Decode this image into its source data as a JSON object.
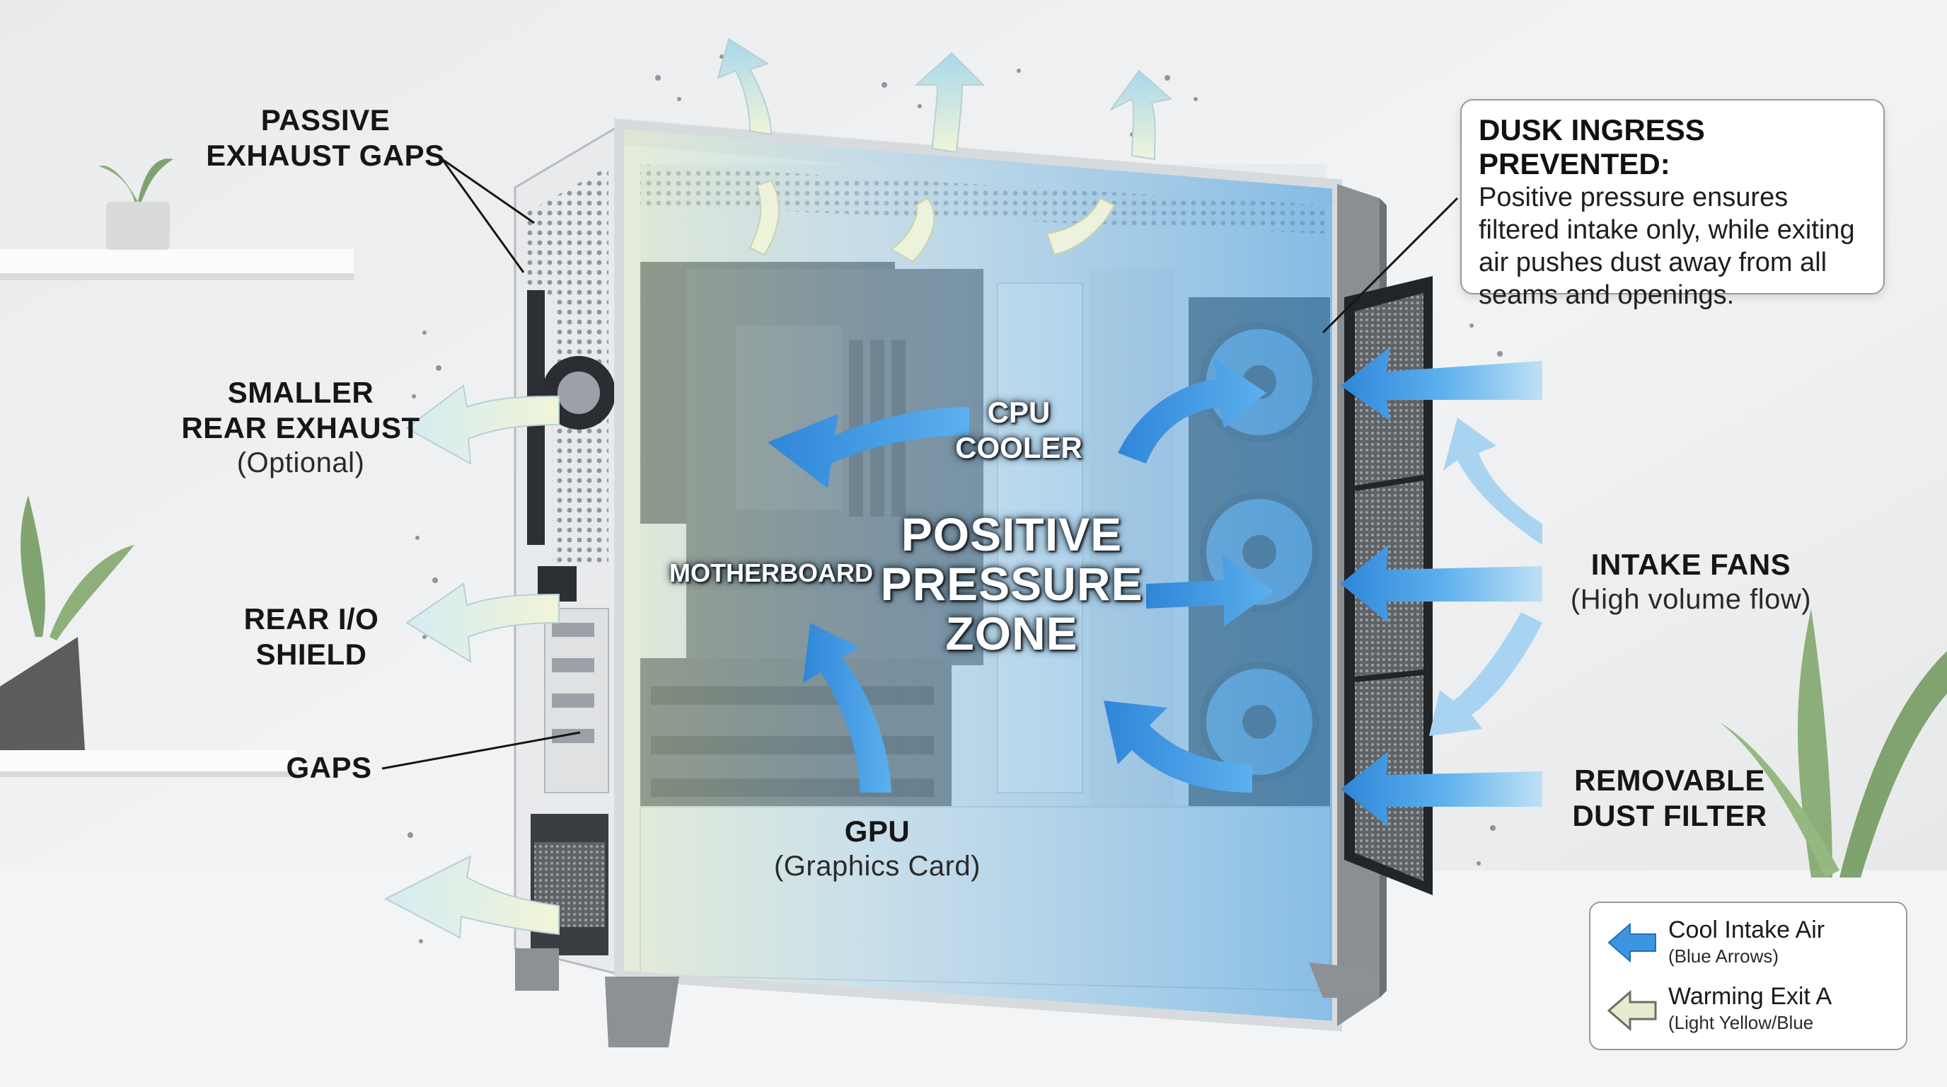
{
  "labels": {
    "passive_exhaust": [
      "PASSIVE",
      "EXHAUST GAPS"
    ],
    "rear_exhaust": [
      "SMALLER",
      "REAR EXHAUST"
    ],
    "rear_exhaust_sub": "(Optional)",
    "rear_io": [
      "REAR I/O",
      "SHIELD"
    ],
    "gaps": "GAPS",
    "gpu": "GPU",
    "gpu_sub": "(Graphics Card)",
    "intake_fans": "INTAKE FANS",
    "intake_fans_sub": "(High volume flow)",
    "dust_filter": [
      "REMOVABLE",
      "DUST FILTER"
    ],
    "cpu_cooler": [
      "CPU",
      "COOLER"
    ],
    "motherboard": "MOTHERBOARD",
    "zone": [
      "POSITIVE",
      "PRESSURE",
      "ZONE"
    ]
  },
  "note": {
    "heading": "DUSK INGRESS PREVENTED:",
    "body": [
      "Positive pressure ensures",
      "filtered intake only, while exiting",
      "air pushes dust away from all",
      "seams and openings."
    ]
  },
  "legend": {
    "items": [
      {
        "label": "Cool Intake Air",
        "detail": "(Blue Arrows)",
        "color": "#3d94e0"
      },
      {
        "label": "Warming Exit A",
        "detail": "(Light Yellow/Blue",
        "color": "#e6ecd2"
      }
    ]
  },
  "colors": {
    "intake": "#3d94e0",
    "exhaust": "#dff0f2",
    "case": "#f4f5f6",
    "glass": "#8cc4ea"
  }
}
